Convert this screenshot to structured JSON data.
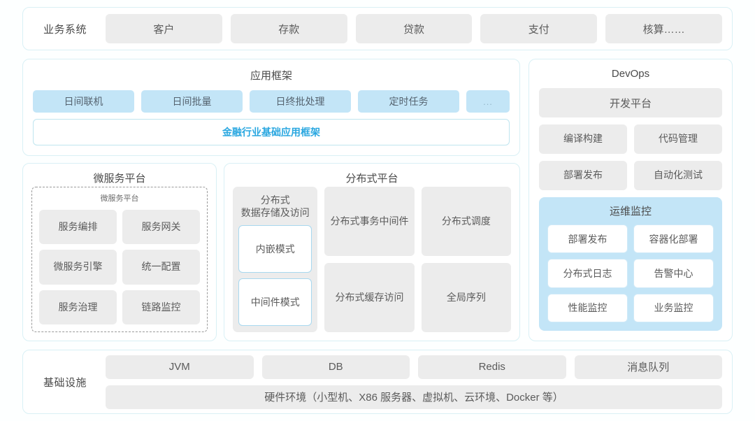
{
  "business": {
    "label": "业务系统",
    "items": [
      "客户",
      "存款",
      "贷款",
      "支付",
      "核算……"
    ]
  },
  "app_framework": {
    "title": "应用框架",
    "chips": [
      "日间联机",
      "日间批量",
      "日终批处理",
      "定时任务"
    ],
    "ellipsis": "...",
    "finance_bar": "金融行业基础应用框架"
  },
  "microservice": {
    "title": "微服务平台",
    "inner_title": "微服务平台",
    "tiles": [
      "服务编排",
      "服务网关",
      "微服务引擎",
      "统一配置",
      "服务治理",
      "链路监控"
    ]
  },
  "distributed": {
    "title": "分布式平台",
    "storage": {
      "caption_line1": "分布式",
      "caption_line2": "数据存储及访问",
      "modes": [
        "内嵌模式",
        "中间件模式"
      ]
    },
    "col2": [
      {
        "line1": "分布式",
        "line2": "事务中间件"
      },
      {
        "line1": "分布式",
        "line2": "缓存访问"
      }
    ],
    "col3": [
      {
        "line1": "分布式调度",
        "line2": ""
      },
      {
        "line1": "全局序列",
        "line2": ""
      }
    ]
  },
  "devops": {
    "title": "DevOps",
    "platform": "开发平台",
    "pair1": [
      "编译构建",
      "代码管理"
    ],
    "pair2": [
      "部署发布",
      "自动化测试"
    ],
    "ops": {
      "title": "运维监控",
      "tiles": [
        "部署发布",
        "容器化部署",
        "分布式日志",
        "告警中心",
        "性能监控",
        "业务监控"
      ]
    }
  },
  "infrastructure": {
    "label": "基础设施",
    "items": [
      "JVM",
      "DB",
      "Redis",
      "消息队列"
    ],
    "hardware": "硬件环境（小型机、X86 服务器、虚拟机、云环境、Docker 等）"
  },
  "colors": {
    "blue_chip": "#c3e5f7",
    "gray_tile": "#ececec",
    "accent_text": "#2aa7e0",
    "card_border": "#d9f0f5"
  }
}
